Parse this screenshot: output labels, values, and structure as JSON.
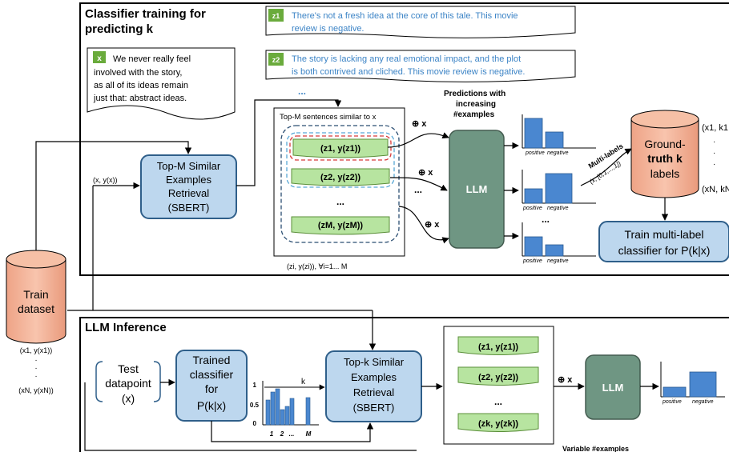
{
  "sections": {
    "training_title_1": "Classifier training for",
    "training_title_2": "predicting k",
    "inference_title": "LLM Inference"
  },
  "x_note": {
    "badge": "x",
    "lines": [
      "We never really feel",
      "involved with the story,",
      "as all of its ideas remain",
      "just that: abstract ideas."
    ]
  },
  "z_notes": [
    {
      "badge": "z1",
      "lines": [
        "There's not a fresh idea at the core of this tale. This movie",
        "review is negative."
      ]
    },
    {
      "badge": "z2",
      "lines": [
        "The story is lacking any real emotional impact, and the plot",
        "is both contrived and cliched. This movie review is negative."
      ]
    }
  ],
  "ellipsis": "...",
  "train_dataset": {
    "lines": [
      "Train",
      "dataset"
    ],
    "pairs": [
      "(x1, y(x1))",
      "(xN, y(xN))"
    ]
  },
  "retrieval_top": {
    "lines": [
      "Top-M Similar",
      "Examples",
      "Retrieval",
      "(SBERT)"
    ],
    "input_label": "(x, y(x))"
  },
  "topm_box": {
    "title": "Top-M sentences similar to x",
    "items": [
      "(z1, y(z1))",
      "(z2, y(z2))",
      "...",
      "(zM, y(zM))"
    ],
    "caption": "(zi, y(zi)), ∀i=1... M"
  },
  "plus_x": "⊕ x",
  "predictions_label": [
    "Predictions with",
    "increasing",
    "#examples"
  ],
  "llm_label": "LLM",
  "chart_labels": {
    "positive": "positive",
    "negative": "negative"
  },
  "multi_labels": [
    "Multi-labels",
    "(x, [0,1,...,1])"
  ],
  "ground_truth": {
    "lines": [
      "Ground-",
      "truth k",
      "labels"
    ],
    "pairs": [
      "(x1, k1",
      "(xN, kN"
    ]
  },
  "train_classifier": {
    "lines": [
      "Train multi-label",
      "classifier for P(k|x)"
    ]
  },
  "inference": {
    "test": [
      "Test",
      "datapoint",
      "(x)"
    ],
    "trained": [
      "Trained",
      "classifier",
      "for",
      "P(k|x)"
    ],
    "hist_yticks": [
      "1",
      "0.5",
      "0"
    ],
    "hist_xticks": [
      "1",
      "2",
      "...",
      "M"
    ],
    "k_label": "k",
    "retrieval": [
      "Top-k Similar",
      "Examples",
      "Retrieval",
      "(SBERT)"
    ],
    "items": [
      "(z1, y(z1))",
      "(z2, y(z2))",
      "...",
      "(zk, y(zk))"
    ],
    "variable_label": "Variable #examples"
  },
  "colors": {
    "blue": "#bdd7ee",
    "blue_stroke": "#2f5f8a",
    "green": "#b7e4a0",
    "green_dark": "#5b8f3a",
    "llm": "#6f9683",
    "salmon": "#f4b59a",
    "bar": "#4a87d0"
  }
}
